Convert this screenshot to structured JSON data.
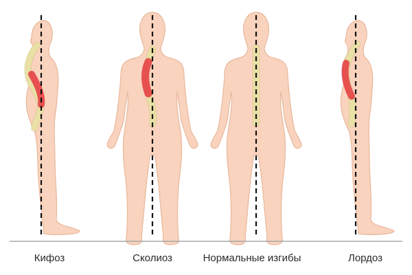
{
  "colors": {
    "skin": "#f9d3bd",
    "skin_outline": "#e8b79c",
    "spine": "#e9e0a6",
    "spine_outline": "#a99a52",
    "deformity": "#e5373f",
    "plumb_line": "#111111",
    "ground": "#a8a8a8"
  },
  "panels": [
    {
      "id": "kyphosis",
      "label": "Кифоз",
      "view": "side"
    },
    {
      "id": "scoliosis",
      "label": "Сколиоз",
      "view": "back"
    },
    {
      "id": "normal",
      "label": "Нормальные изгибы",
      "view": "back"
    },
    {
      "id": "lordosis",
      "label": "Лордоз",
      "view": "side"
    }
  ]
}
